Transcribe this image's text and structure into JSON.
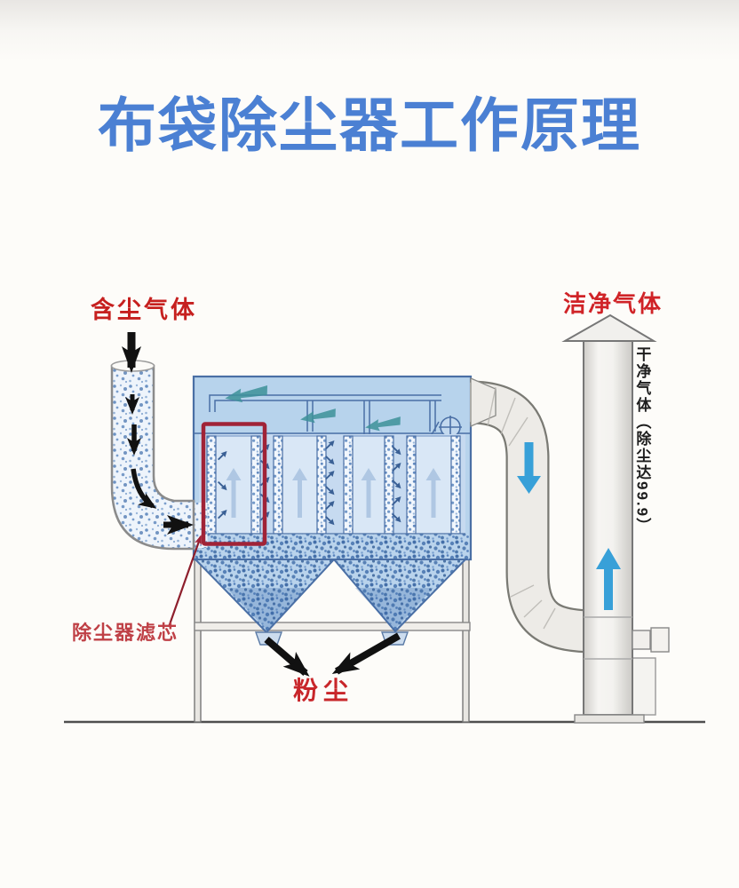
{
  "page": {
    "title": "布袋除尘器工作原理"
  },
  "labels": {
    "dusty_gas": "含尘气体",
    "clean_gas": "洁净气体",
    "clean_gas_note": "干净气体（除尘达99.9）",
    "filter_cartridge": "除尘器滤芯",
    "dust": "粉尘"
  },
  "colors": {
    "title_blue": "#4b80d3",
    "label_red": "#c6201f",
    "callout_box_red": "#a02337",
    "housing_blue": "#b7d3ec",
    "filter_cell_blue": "#d9e7f6",
    "dust_speckle_blue": "#4b79b6",
    "flow_arrow_blue": "#38a0d8",
    "pulse_arrow_teal": "#3d9099",
    "duct_gray": "#edebe7",
    "outline_blue": "#4a6fa5",
    "flow_arrow_black": "#111111"
  },
  "icons": {
    "inlet_flow": "down-arrow",
    "housing_entry_flow": "right-arrow",
    "duct_flow": "down-arrow",
    "stack_flow": "up-arrow",
    "pulse_jet": "left-arrow",
    "dust_discharge": "diagonal-down-arrows",
    "stack_cap": "triangle"
  }
}
